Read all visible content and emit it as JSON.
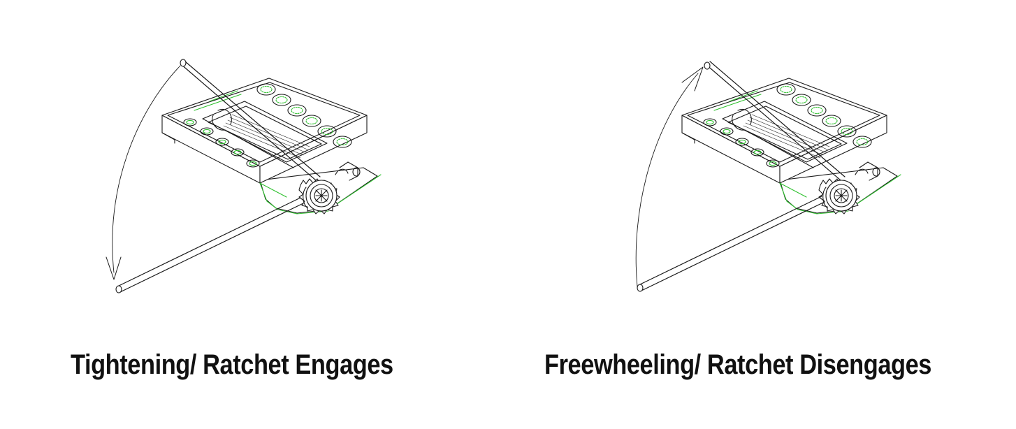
{
  "colors": {
    "line": "#1a1a1a",
    "accent": "#2ec02e",
    "background": "#ffffff"
  },
  "panels": [
    {
      "caption": "Tightening/ Ratchet Engages",
      "arrow_direction": "down",
      "icon": "ratchet-tensioner-drawing"
    },
    {
      "caption": "Freewheeling/ Ratchet Disengages",
      "arrow_direction": "up",
      "icon": "ratchet-tensioner-drawing"
    }
  ]
}
